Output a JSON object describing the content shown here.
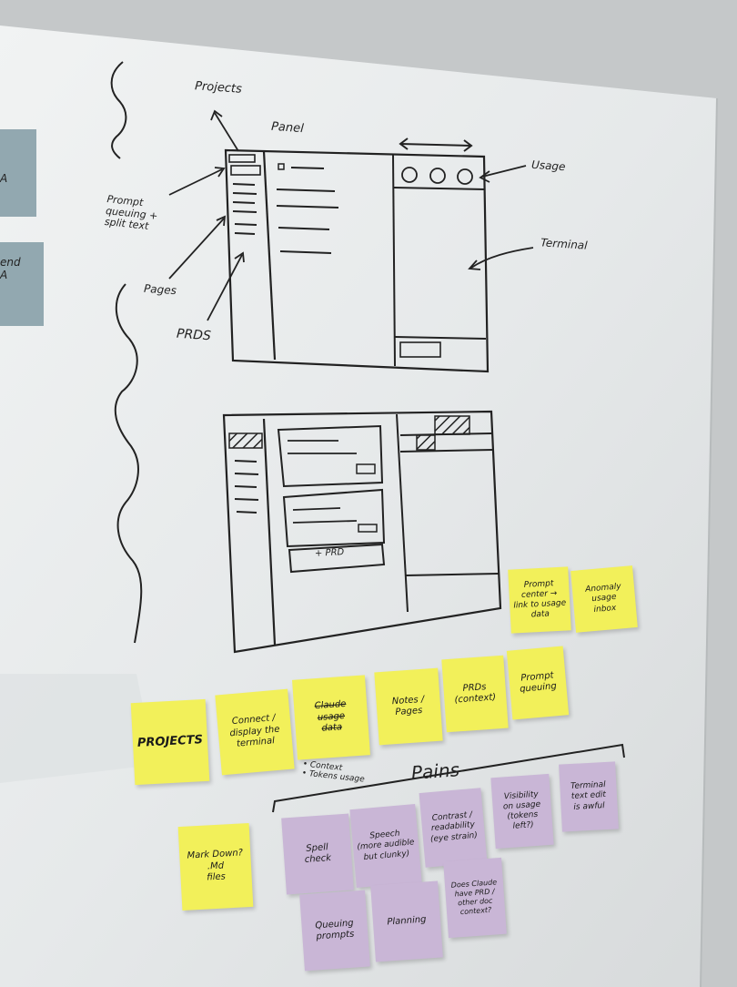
{
  "whiteboard": {
    "labels": {
      "projects": "Projects",
      "panel": "Panel",
      "usage": "Usage",
      "terminal": "Terminal",
      "prompt_queuing": "Prompt\nqueuing +\nsplit text",
      "pages": "Pages",
      "prds": "PRDS",
      "new_prd_button": "+ PRD",
      "pains_heading": "Pains",
      "bullet_notes": "• Context\n• Tokens usage"
    }
  },
  "sticky_notes": {
    "yellow_top": [
      {
        "text": "Prompt\ncenter →\nlink to usage\ndata"
      },
      {
        "text": "Anomaly\nusage\ninbox"
      }
    ],
    "yellow_row": [
      {
        "text": "PROJECTS"
      },
      {
        "text": "Connect /\ndisplay the\nterminal"
      },
      {
        "text": "Claude\nusage\ndata"
      },
      {
        "text": "Notes /\nPages"
      },
      {
        "text": "PRDs\n(context)"
      },
      {
        "text": "Prompt\nqueuing"
      }
    ],
    "markdown": {
      "text": "Mark Down?\n.Md\nfiles"
    },
    "pains": [
      {
        "text": "Spell\ncheck"
      },
      {
        "text": "Speech\n(more audible\nbut clunky)"
      },
      {
        "text": "Contrast /\nreadability\n(eye strain)"
      },
      {
        "text": "Visibility\non usage\n(tokens left?)"
      },
      {
        "text": "Terminal\ntext edit\nis awful"
      },
      {
        "text": "Queuing\nprompts"
      },
      {
        "text": "Planning"
      },
      {
        "text": "Does Claude\nhave PRD /\nother doc\ncontext?"
      }
    ],
    "side_left": [
      {
        "text": "A"
      },
      {
        "text": "end\nA"
      }
    ]
  },
  "colors": {
    "wall": "#c9cccd",
    "board": "#e9ecec",
    "marker": "#222222",
    "yellow_note": "#f2f05a",
    "purple_note": "#c9b6d6"
  }
}
